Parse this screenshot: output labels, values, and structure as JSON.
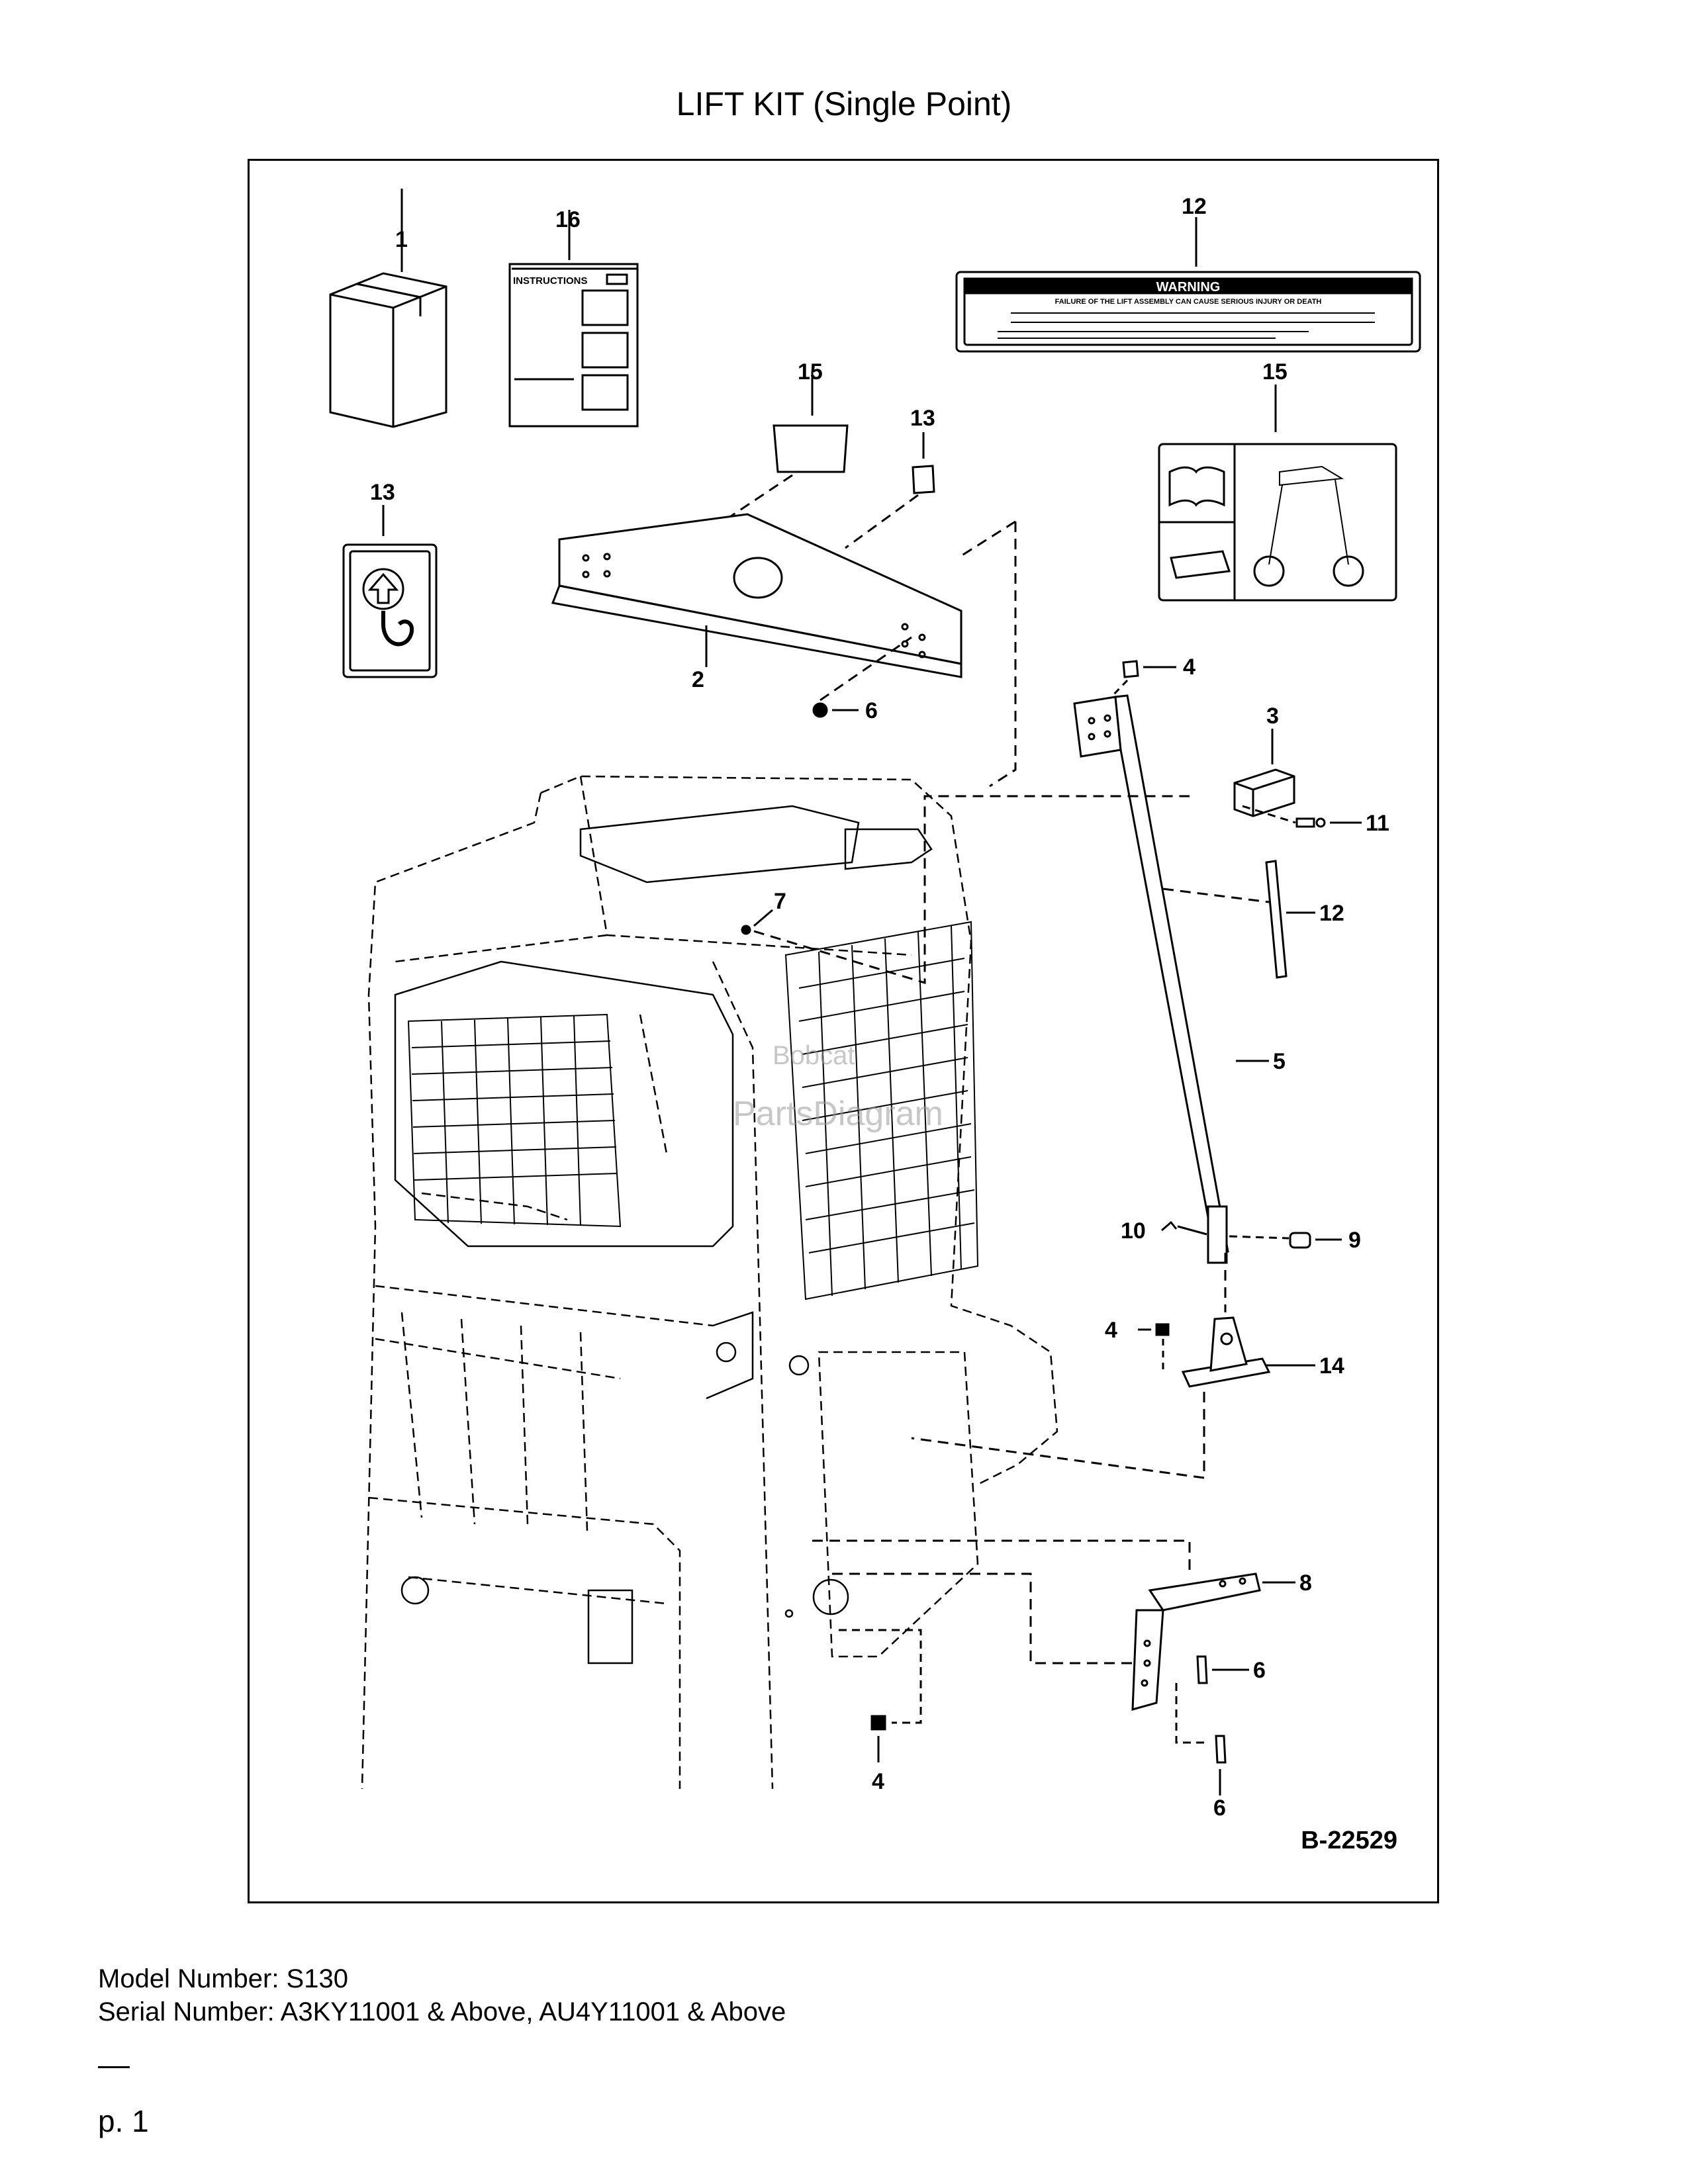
{
  "title": "LIFT KIT (Single Point)",
  "drawing_number": "B-22529",
  "watermark": {
    "line1": "Bobcat",
    "line2": "PartsDiagram"
  },
  "model_line": "Model Number: S130",
  "serial_line": "Serial Number: A3KY11001 & Above, AU4Y11001 & Above",
  "page_number": "p. 1",
  "decals": {
    "instructions": "INSTRUCTIONS",
    "warning": "WARNING",
    "warning_subtitle": "FAILURE OF THE LIFT ASSEMBLY CAN CAUSE SERIOUS INJURY OR DEATH"
  },
  "callouts": {
    "c1": "1",
    "c16": "16",
    "c12_top": "12",
    "c15_top": "15",
    "c13_small": "13",
    "c15_right": "15",
    "c13_left": "13",
    "c2": "2",
    "c6_top": "6",
    "c4_top": "4",
    "c3": "3",
    "c11": "11",
    "c12_right": "12",
    "c7": "7",
    "c5": "5",
    "c10": "10",
    "c9": "9",
    "c4_mid": "4",
    "c14": "14",
    "c8": "8",
    "c6_mid": "6",
    "c4_bottom": "4",
    "c6_bottom": "6"
  }
}
